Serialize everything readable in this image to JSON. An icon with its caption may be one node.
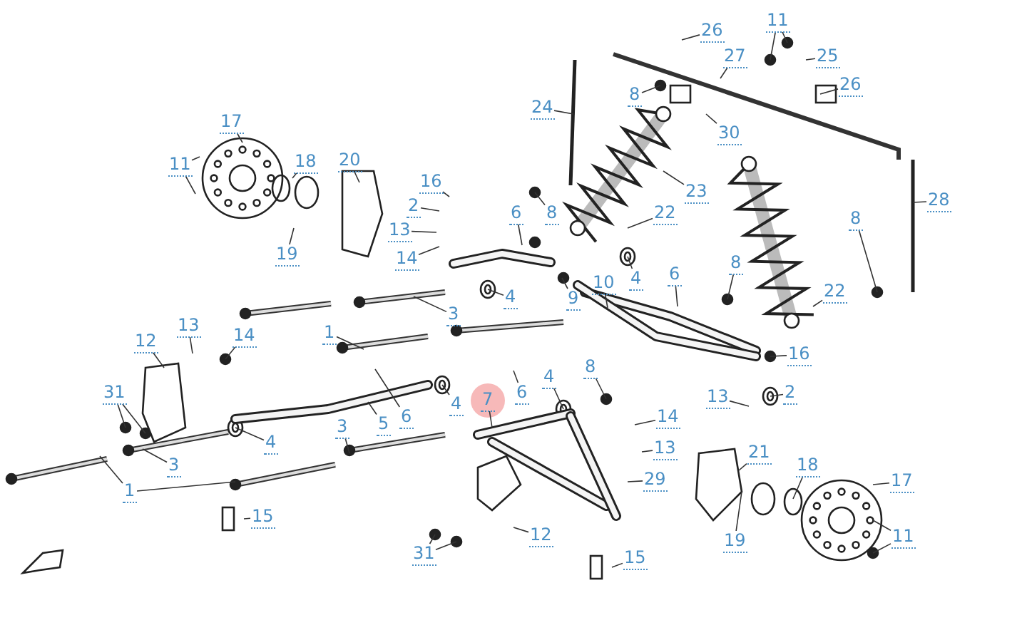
{
  "diagram": {
    "nodes": [
      {
        "text": [
          "11"
        ]
      },
      {
        "text": [
          "26"
        ]
      },
      {
        "text": [
          "25"
        ]
      },
      {
        "text": [
          "27"
        ]
      },
      {
        "text": [
          "26"
        ]
      },
      {
        "text": [
          "8"
        ]
      },
      {
        "text": [
          "24"
        ]
      },
      {
        "text": [
          "17"
        ]
      },
      {
        "text": [
          "30"
        ]
      },
      {
        "text": [
          "20"
        ]
      },
      {
        "text": [
          "18"
        ]
      },
      {
        "text": [
          "11"
        ]
      },
      {
        "text": [
          "16"
        ]
      },
      {
        "text": [
          "23"
        ]
      },
      {
        "text": [
          "28"
        ]
      },
      {
        "text": [
          "2"
        ]
      },
      {
        "text": [
          "6"
        ]
      },
      {
        "text": [
          "8"
        ]
      },
      {
        "text": [
          "22"
        ]
      },
      {
        "text": [
          "8"
        ]
      },
      {
        "text": [
          "13"
        ]
      },
      {
        "text": [
          "19"
        ]
      },
      {
        "text": [
          "14"
        ]
      },
      {
        "text": [
          "8"
        ]
      },
      {
        "text": [
          "6"
        ]
      },
      {
        "text": [
          "4"
        ]
      },
      {
        "text": [
          "10"
        ]
      },
      {
        "text": [
          "22"
        ]
      },
      {
        "text": [
          "9"
        ]
      },
      {
        "text": [
          "4"
        ]
      },
      {
        "text": [
          "3"
        ]
      },
      {
        "text": [
          "13"
        ]
      },
      {
        "text": [
          "1"
        ]
      },
      {
        "text": [
          "14"
        ]
      },
      {
        "text": [
          "12"
        ]
      },
      {
        "text": [
          "16"
        ]
      },
      {
        "text": [
          "8"
        ]
      },
      {
        "text": [
          "4"
        ]
      },
      {
        "text": [
          "31"
        ]
      },
      {
        "text": [
          "2"
        ]
      },
      {
        "text": [
          "6"
        ]
      },
      {
        "text": [
          "13"
        ]
      },
      {
        "text": [
          "7"
        ]
      },
      {
        "text": [
          "4"
        ]
      },
      {
        "text": [
          "6"
        ]
      },
      {
        "text": [
          "14"
        ]
      },
      {
        "text": [
          "5"
        ]
      },
      {
        "text": [
          "3"
        ]
      },
      {
        "text": [
          "4"
        ]
      },
      {
        "text": [
          "13"
        ]
      },
      {
        "text": [
          "21"
        ]
      },
      {
        "text": [
          "18"
        ]
      },
      {
        "text": [
          "3"
        ]
      },
      {
        "text": [
          "29"
        ]
      },
      {
        "text": [
          "17"
        ]
      },
      {
        "text": [
          "1"
        ]
      },
      {
        "text": [
          "15"
        ]
      },
      {
        "text": [
          "12"
        ]
      },
      {
        "text": [
          "11"
        ]
      },
      {
        "text": [
          "19"
        ]
      },
      {
        "text": [
          "31"
        ]
      },
      {
        "text": [
          "15"
        ]
      }
    ],
    "edges": [
      {
        "from": 0,
        "to": null,
        "arrow": "none"
      },
      {
        "from": 0,
        "to": null,
        "arrow": "none"
      },
      {
        "from": 1,
        "to": null,
        "arrow": "none"
      },
      {
        "from": 2,
        "to": null,
        "arrow": "none"
      },
      {
        "from": 3,
        "to": null,
        "arrow": "none"
      },
      {
        "from": 4,
        "to": null,
        "arrow": "none"
      },
      {
        "from": 5,
        "to": null,
        "arrow": "none"
      },
      {
        "from": 6,
        "to": null,
        "arrow": "none"
      },
      {
        "from": 7,
        "to": null,
        "arrow": "none"
      },
      {
        "from": 8,
        "to": null,
        "arrow": "none"
      },
      {
        "from": 9,
        "to": null,
        "arrow": "none"
      },
      {
        "from": 10,
        "to": null,
        "arrow": "none"
      },
      {
        "from": 11,
        "to": null,
        "arrow": "none"
      },
      {
        "from": 11,
        "to": null,
        "arrow": "none"
      },
      {
        "from": 12,
        "to": null,
        "arrow": "none"
      },
      {
        "from": 13,
        "to": null,
        "arrow": "none"
      },
      {
        "from": 14,
        "to": null,
        "arrow": "none"
      },
      {
        "from": 15,
        "to": null,
        "arrow": "none"
      },
      {
        "from": 16,
        "to": null,
        "arrow": "none"
      },
      {
        "from": 17,
        "to": null,
        "arrow": "none"
      },
      {
        "from": 18,
        "to": null,
        "arrow": "none"
      },
      {
        "from": 19,
        "to": null,
        "arrow": "none"
      },
      {
        "from": 20,
        "to": null,
        "arrow": "none"
      },
      {
        "from": 21,
        "to": null,
        "arrow": "none"
      },
      {
        "from": 22,
        "to": null,
        "arrow": "none"
      },
      {
        "from": 23,
        "to": null,
        "arrow": "none"
      },
      {
        "from": 24,
        "to": null,
        "arrow": "none"
      },
      {
        "from": 25,
        "to": null,
        "arrow": "none"
      },
      {
        "from": 26,
        "to": null,
        "arrow": "none"
      },
      {
        "from": 27,
        "to": null,
        "arrow": "none"
      },
      {
        "from": 28,
        "to": null,
        "arrow": "none"
      },
      {
        "from": 29,
        "to": null,
        "arrow": "none"
      },
      {
        "from": 30,
        "to": null,
        "arrow": "none"
      },
      {
        "from": 31,
        "to": null,
        "arrow": "none"
      },
      {
        "from": 32,
        "to": null,
        "arrow": "none"
      },
      {
        "from": 33,
        "to": null,
        "arrow": "none"
      },
      {
        "from": 34,
        "to": null,
        "arrow": "none"
      },
      {
        "from": 35,
        "to": null,
        "arrow": "none"
      },
      {
        "from": 36,
        "to": null,
        "arrow": "none"
      },
      {
        "from": 37,
        "to": null,
        "arrow": "none"
      },
      {
        "from": 38,
        "to": null,
        "arrow": "none"
      },
      {
        "from": 38,
        "to": null,
        "arrow": "none"
      },
      {
        "from": 39,
        "to": null,
        "arrow": "none"
      },
      {
        "from": 40,
        "to": null,
        "arrow": "none"
      },
      {
        "from": 41,
        "to": null,
        "arrow": "none"
      },
      {
        "from": 42,
        "to": null,
        "arrow": "none"
      },
      {
        "from": 43,
        "to": null,
        "arrow": "none"
      },
      {
        "from": 44,
        "to": null,
        "arrow": "none"
      },
      {
        "from": 45,
        "to": null,
        "arrow": "none"
      },
      {
        "from": 46,
        "to": null,
        "arrow": "none"
      },
      {
        "from": 47,
        "to": null,
        "arrow": "none"
      },
      {
        "from": 48,
        "to": null,
        "arrow": "none"
      },
      {
        "from": 49,
        "to": null,
        "arrow": "none"
      },
      {
        "from": 50,
        "to": null,
        "arrow": "none"
      },
      {
        "from": 51,
        "to": null,
        "arrow": "none"
      },
      {
        "from": 52,
        "to": null,
        "arrow": "none"
      },
      {
        "from": 53,
        "to": null,
        "arrow": "none"
      },
      {
        "from": 54,
        "to": null,
        "arrow": "none"
      },
      {
        "from": 55,
        "to": null,
        "arrow": "none"
      },
      {
        "from": 55,
        "to": null,
        "arrow": "none"
      },
      {
        "from": 56,
        "to": null,
        "arrow": "none"
      },
      {
        "from": 57,
        "to": null,
        "arrow": "none"
      },
      {
        "from": 58,
        "to": null,
        "arrow": "none"
      },
      {
        "from": 58,
        "to": null,
        "arrow": "none"
      },
      {
        "from": 59,
        "to": null,
        "arrow": "none"
      },
      {
        "from": 60,
        "to": null,
        "arrow": "none"
      },
      {
        "from": 60,
        "to": null,
        "arrow": "none"
      },
      {
        "from": 61,
        "to": null,
        "arrow": "none"
      }
    ]
  }
}
